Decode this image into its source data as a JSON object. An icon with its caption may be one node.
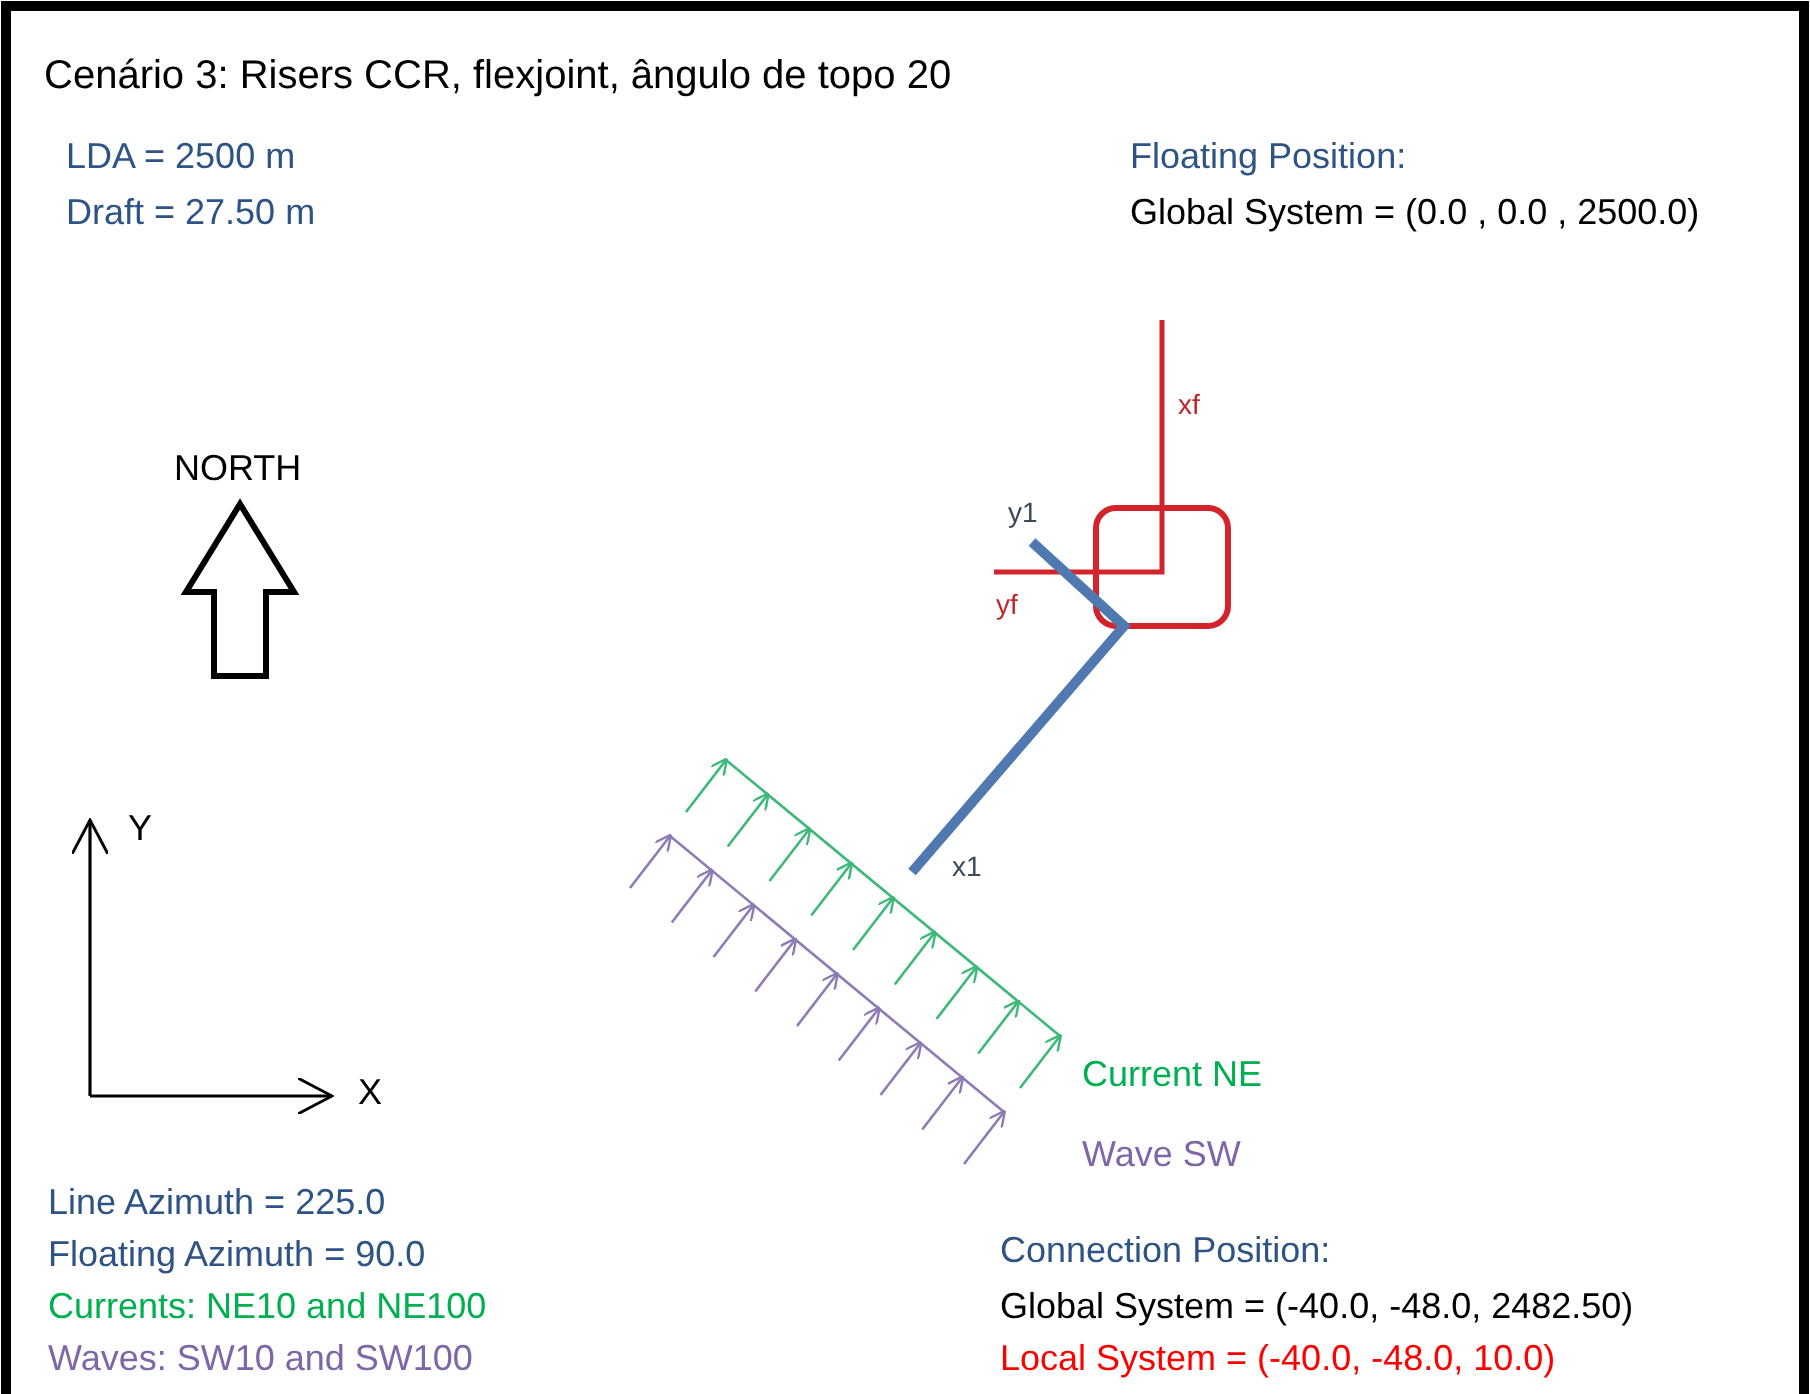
{
  "diagram": {
    "title": "Cenário 3: Risers CCR, flexjoint, ângulo de topo 20",
    "labels": [
      "LDA = 2500 m",
      "Draft = 27.50 m",
      "Floating Position:",
      "Global System = (0.0 , 0.0 , 2500.0)",
      "NORTH",
      "xf",
      "y1",
      "yf",
      "Y",
      "x1",
      "X",
      "Current NE",
      "Wave SW",
      "Line Azimuth = 225.0",
      "Floating Azimuth = 90.0",
      "Currents: NE10 and NE100",
      "Waves: SW10 and SW100",
      "Connection Position:",
      "Global System = (-40.0, -48.0, 2482.50)",
      "Local System = (-40.0, -48.0, 10.0)"
    ]
  }
}
